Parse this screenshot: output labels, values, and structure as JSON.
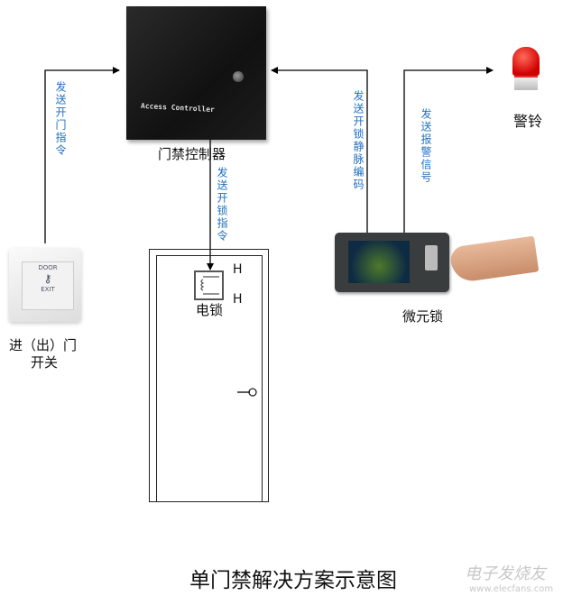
{
  "controller": {
    "brand": "Access Controller",
    "label": "门禁控制器"
  },
  "arrows": {
    "switch_to_controller": "发送开门指令",
    "controller_to_lock": "发送开锁指令",
    "device_to_controller": "发送开锁静脉编码",
    "device_to_alarm": "发送报警信号"
  },
  "switch": {
    "label_line1": "进（出）门",
    "label_line2": "开关",
    "face_top": "DOOR",
    "face_bottom": "EXIT"
  },
  "door": {
    "lock_label": "电锁",
    "h_top": "H",
    "h_bottom": "H"
  },
  "alarm": {
    "label": "警铃"
  },
  "device": {
    "label": "微元锁"
  },
  "title": "单门禁解决方案示意图",
  "watermark": {
    "name": "电子发烧友",
    "url": "www.elecfans.com"
  }
}
